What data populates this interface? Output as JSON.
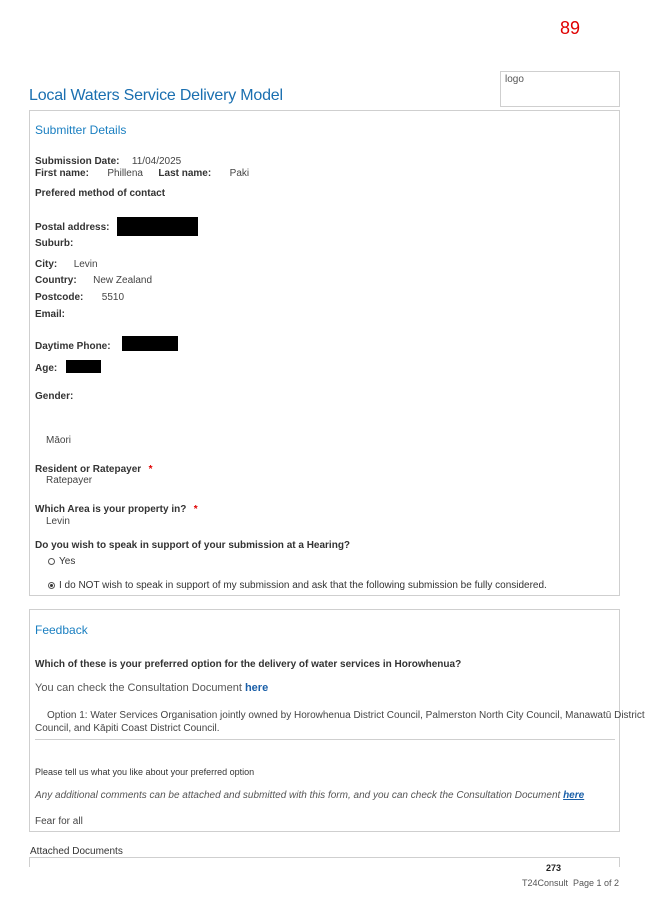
{
  "page_number": "89",
  "logo_text": "logo",
  "title": "Local Waters Service Delivery Model",
  "submitter": {
    "section_title": "Submitter Details",
    "submission_date_label": "Submission Date:",
    "submission_date": "11/04/2025",
    "first_name_label": "First name:",
    "first_name": "Phillena",
    "last_name_label": "Last name:",
    "last_name": "Paki",
    "contact_method_label": "Prefered method of contact",
    "postal_address_label": "Postal address:",
    "suburb_label": "Suburb:",
    "city_label": "City:",
    "city": "Levin",
    "country_label": "Country:",
    "country": "New Zealand",
    "postcode_label": "Postcode:",
    "postcode": "5510",
    "email_label": "Email:",
    "phone_label": "Daytime Phone:",
    "age_label": "Age:",
    "gender_label": "Gender:",
    "ethnicity": "Māori",
    "resident_label": "Resident or Ratepayer",
    "resident_value": "Ratepayer",
    "area_label": "Which Area is your property in?",
    "area_value": "Levin",
    "required_mark": "*",
    "hearing_label": "Do you wish to speak in support of your submission at a Hearing?",
    "hearing_yes": "Yes",
    "hearing_no": "I do NOT wish to speak in support of my submission and ask that the following submission be fully considered."
  },
  "feedback": {
    "section_title": "Feedback",
    "question": "Which of these is your preferred option for the delivery of water services in Horowhenua?",
    "consult_prefix": "You can check the Consultation Document",
    "consult_link": "here",
    "option_line1": "Option 1: Water Services Organisation jointly owned by Horowhenua District Council, Palmerston North City Council, Manawatū District",
    "option_line2": "Council, and Kāpiti Coast District Council.",
    "like_label": "Please tell us what you like about your preferred option",
    "comments_prefix": "Any additional comments can be attached and submitted with this form, and you can check the Consultation Document",
    "comments_link": "here",
    "answer": "Fear for all"
  },
  "attached_label": "Attached Documents",
  "footer": {
    "doc_number": "273",
    "page_text": "T24Consult  Page 1 of 2"
  }
}
